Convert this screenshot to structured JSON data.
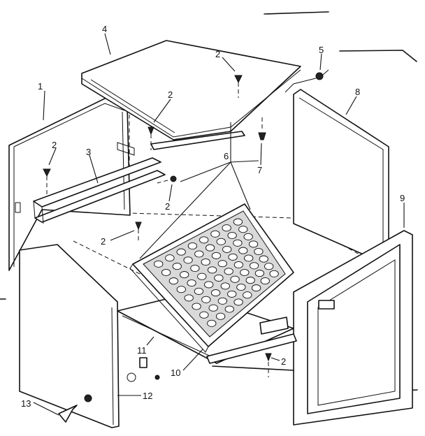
{
  "labels": {
    "l1": "1",
    "l2a": "2",
    "l2b": "2",
    "l2c": "2",
    "l2d": "2",
    "l2e": "2",
    "l2f": "2",
    "l3": "3",
    "l4": "4",
    "l5": "5",
    "l6": "6",
    "l7": "7",
    "l8": "8",
    "l9": "9",
    "l10": "10",
    "l11": "11",
    "l12": "12",
    "l13": "13"
  },
  "colors": {
    "ink": "#111111",
    "paper": "#ffffff"
  }
}
